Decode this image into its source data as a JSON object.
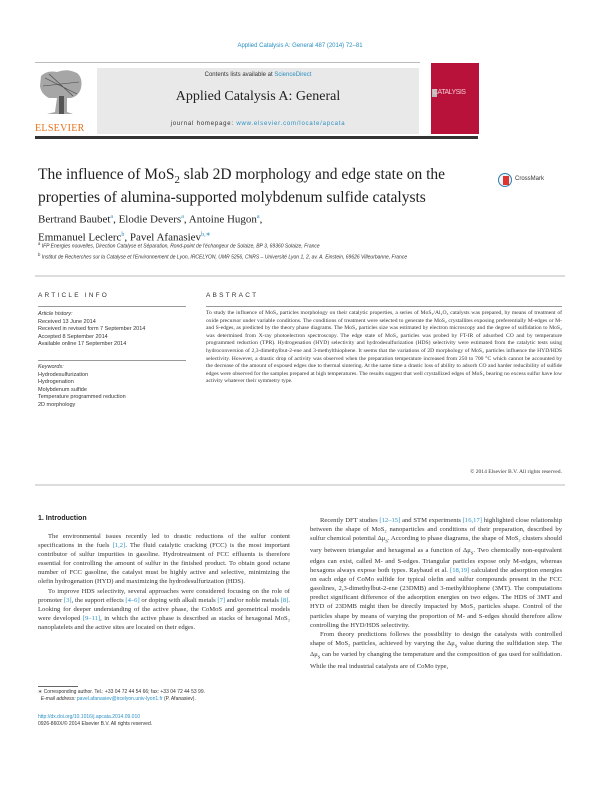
{
  "header": {
    "journal_ref": "Applied Catalysis A: General 487 (2014) 72–81",
    "contents_prefix": "Contents lists available at ",
    "contents_link": "ScienceDirect",
    "journal_title": "Applied Catalysis A: General",
    "homepage_prefix": "journal homepage: ",
    "homepage_url": "www.elsevier.com/locate/apcata",
    "publisher_logo_text": "ELSEVIER",
    "cover_text": "CATALYSIS"
  },
  "article": {
    "title_part1": "The influence of MoS",
    "title_sub": "2",
    "title_part2": " slab 2D morphology and edge state on the properties of alumina-supported molybdenum sulfide catalysts",
    "crossmark_label": "CrossMark",
    "authors": [
      {
        "name": "Bertrand Baubet",
        "aff": "a"
      },
      {
        "name": "Elodie Devers",
        "aff": "a"
      },
      {
        "name": "Antoine Hugon",
        "aff": "a"
      },
      {
        "name": "Emmanuel Leclerc",
        "aff": "b"
      },
      {
        "name": "Pavel Afanasiev",
        "aff": "b,∗"
      }
    ],
    "affiliations": [
      {
        "mark": "a",
        "text": "IFP Energies nouvelles, Direction Catalyse et Séparation, Rond-point de l'échangeur de Solaize, BP 3, 69360 Solaize, France"
      },
      {
        "mark": "b",
        "text": "Institut de Recherches sur la Catalyse et l'Environnement de Lyon, IRCELYON, UMR 5256, CNRS – Université Lyon 1, 2, av. A. Einstein, 69626 Villeurbanne, France"
      }
    ]
  },
  "article_info": {
    "heading": "ARTICLE INFO",
    "history_label": "Article history:",
    "history": [
      "Received 13 June 2014",
      "Received in revised form 7 September 2014",
      "Accepted 8 September 2014",
      "Available online 17 September 2014"
    ],
    "keywords_label": "Keywords:",
    "keywords": [
      "Hydrodesulfurization",
      "Hydrogenation",
      "Molybdenum sulfide",
      "Temperature programmed reduction",
      "2D morphology"
    ]
  },
  "abstract": {
    "heading": "ABSTRACT",
    "text": "To study the influence of MoS₂ particles morphology on their catalytic properties, a series of MoS₂/Al₂O₃ catalysts was prepared, by means of treatment of oxide precursor under variable conditions. The conditions of treatment were selected to generate the MoS₂ crystallites exposing preferentially M-edges or M- and S-edges, as predicted by the theory phase diagrams. The MoS₂ particles size was estimated by electron microscopy and the degree of sulfidation to MoS₂ was determined from X-ray photoelectron spectroscopy. The edge state of MoS₂ particles was probed by FT-IR of adsorbed CO and by temperature programmed reduction (TPR). Hydrogenation (HYD) selectivity and hydrodesulfurization (HDS) selectivity were estimated from the catalytic tests using hydroconversion of 2,3-dimethylbut-2-ene and 3-methylthiophene. It seems that the variations of 2D morphology of MoS₂ particles influence the HYD/HDS selectivity. However, a drastic drop of activity was observed when the preparation temperature increased from 250 to 700 °C which cannot be accounted by the decrease of the amount of exposed edges due to thermal sintering. At the same time a drastic loss of ability to adsorb CO and harder reducibility of sulfide edges were observed for the samples prepared at high temperatures. The results suggest that well crystallized edges of MoS₂ bearing no excess sulfur have low activity whatever their symmetry type.",
    "copyright": "© 2014 Elsevier B.V. All rights reserved."
  },
  "introduction": {
    "heading": "1.  Introduction",
    "left_paragraphs": [
      [
        "The environmental issues recently led to drastic reductions of the sulfur content specifications in the fuels ",
        "[1,2]",
        ". The fluid catalytic cracking (FCC) is the most important contributor of sulfur impurities in gasoline. Hydrotreatment of FCC effluents is therefore essential for controlling the amount of sulfur in the finished product. To obtain good octane number of FCC gasoline, the catalyst must be highly active and selective, minimizing the olefin hydrogenation (HYD) and maximizing the hydrodesulfurization (HDS)."
      ],
      [
        "To improve HDS selectivity, several approaches were considered focusing on the role of promoter ",
        "[3]",
        ", the support effects ",
        "[4–6]",
        " or doping with alkali metals ",
        "[7]",
        " and/or noble metals ",
        "[8]",
        ". Looking for deeper understanding of the active phase, the CoMoS and geometrical models were developed ",
        "[9–11]",
        ", in which the active phase is described as stacks of hexagonal MoS₂ nanoplatelets and the active sites are located on their edges."
      ]
    ],
    "right_paragraphs": [
      [
        "Recently DFT studies ",
        "[12–15]",
        " and STM experiments ",
        "[16,17]",
        " highlighted close relationship between the shape of MoS₂ nanoparticles and conditions of their preparation, described by sulfur chemical potential Δμ",
        "S",
        ". According to phase diagrams, the shape of MoS₂ clusters should vary between triangular and hexagonal as a function of Δμ",
        "S",
        ". Two chemically non-equivalent edges can exist, called M- and S-edges. Triangular particles expose only M-edges, whereas hexagons always expose both types. Raybaud et al. ",
        "[18,19]",
        " calculated the adsorption energies on each edge of CoMo sulfide for typical olefin and sulfur compounds present in the FCC gasolines, 2,3-dimethylbut-2-ene (23DMB) and 3-methylthiophene (3MT). The computations predict significant difference of the adsorption energies on two edges. The HDS of 3MT and HYD of 23DMB might then be directly impacted by MoS₂ particles shape. Control of the particles shape by means of varying the proportion of M- and S-edges should therefore allow controlling the HYD/HDS selectivity."
      ],
      [
        "From theory predictions follows the possibility to design the catalysts with controlled shape of MoS₂ particles, achieved by varying the Δμ",
        "S",
        " value during the sulfidation step. The Δμ",
        "S",
        " can be varied by changing the temperature and the composition of gas used for sulfidation. While the real industrial catalysts are of CoMo type,"
      ]
    ]
  },
  "footnotes": {
    "corresponding": "∗  Corresponding author. Tel.: +33 04 72 44 54 66; fax: +33 04 72 44 53 99.",
    "email_label": "E-mail address: ",
    "email": "pavel.afanasiev@ircelyon.univ-lyon1.fr",
    "email_suffix": " (P. Afanasiev).",
    "doi": "http://dx.doi.org/10.1016/j.apcata.2014.09.010",
    "issn": "0926-860X/© 2014 Elsevier B.V. All rights reserved."
  },
  "colors": {
    "link": "#2a8fc3",
    "elsevier_orange": "#e8701a",
    "cover_red": "#b8123a"
  }
}
